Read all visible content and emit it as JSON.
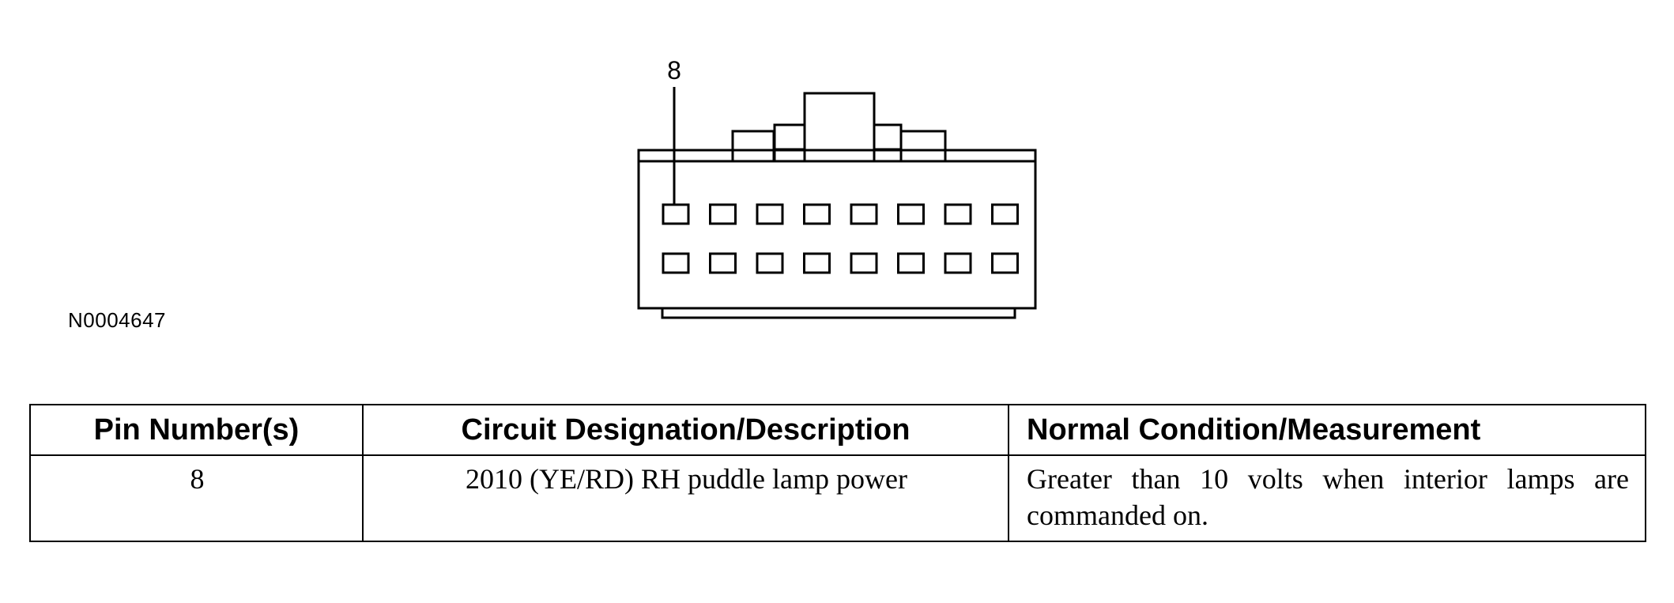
{
  "diagram": {
    "pin_callout": "8",
    "image_code": "N0004647",
    "connector": {
      "rows": 2,
      "pins_per_row": 8,
      "highlighted_pin": "8"
    }
  },
  "table": {
    "headers": [
      "Pin Number(s)",
      "Circuit Designation/Description",
      "Normal Condition/Measurement"
    ],
    "rows": [
      {
        "pin": "8",
        "circuit": "2010 (YE/RD) RH puddle lamp power",
        "measurement": "Greater than 10 volts when interior lamps are commanded on."
      }
    ]
  }
}
